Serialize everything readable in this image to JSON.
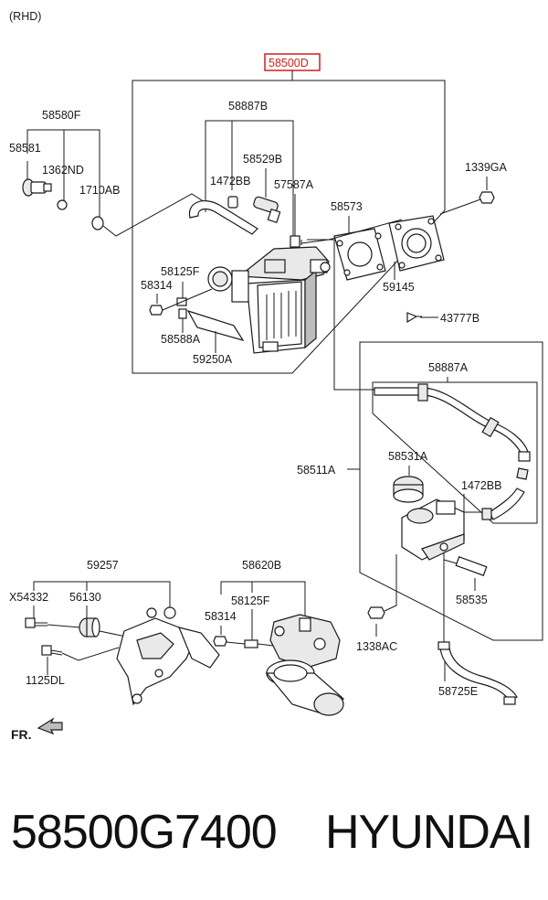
{
  "header": {
    "variant": "(RHD)"
  },
  "callouts": {
    "highlight": "58500D",
    "c58887B": "58887B",
    "c58580F": "58580F",
    "c58581": "58581",
    "c1362ND": "1362ND",
    "c1710AB": "1710AB",
    "c58529B": "58529B",
    "c1472BB_top": "1472BB",
    "c57587A": "57587A",
    "c1339GA": "1339GA",
    "c58573": "58573",
    "c58125F_top": "58125F",
    "c58314_top": "58314",
    "c59145": "59145",
    "c43777B": "43777B",
    "c58588A": "58588A",
    "c59250A": "59250A",
    "c58887A": "58887A",
    "c58531A": "58531A",
    "c58511A": "58511A",
    "c1472BB_right": "1472BB",
    "c58535": "58535",
    "c1338AC": "1338AC",
    "c58725E": "58725E",
    "c59257": "59257",
    "cX54332": "X54332",
    "c56130": "56130",
    "c1125DL": "1125DL",
    "c58620B": "58620B",
    "c58125F_bottom": "58125F",
    "c58314_bottom": "58314",
    "fr": "FR."
  },
  "footer": {
    "part_number": "58500G7400",
    "brand": "HYUNDAI"
  },
  "colors": {
    "highlight": "#d11f1f",
    "ink": "#1a1a1a"
  }
}
